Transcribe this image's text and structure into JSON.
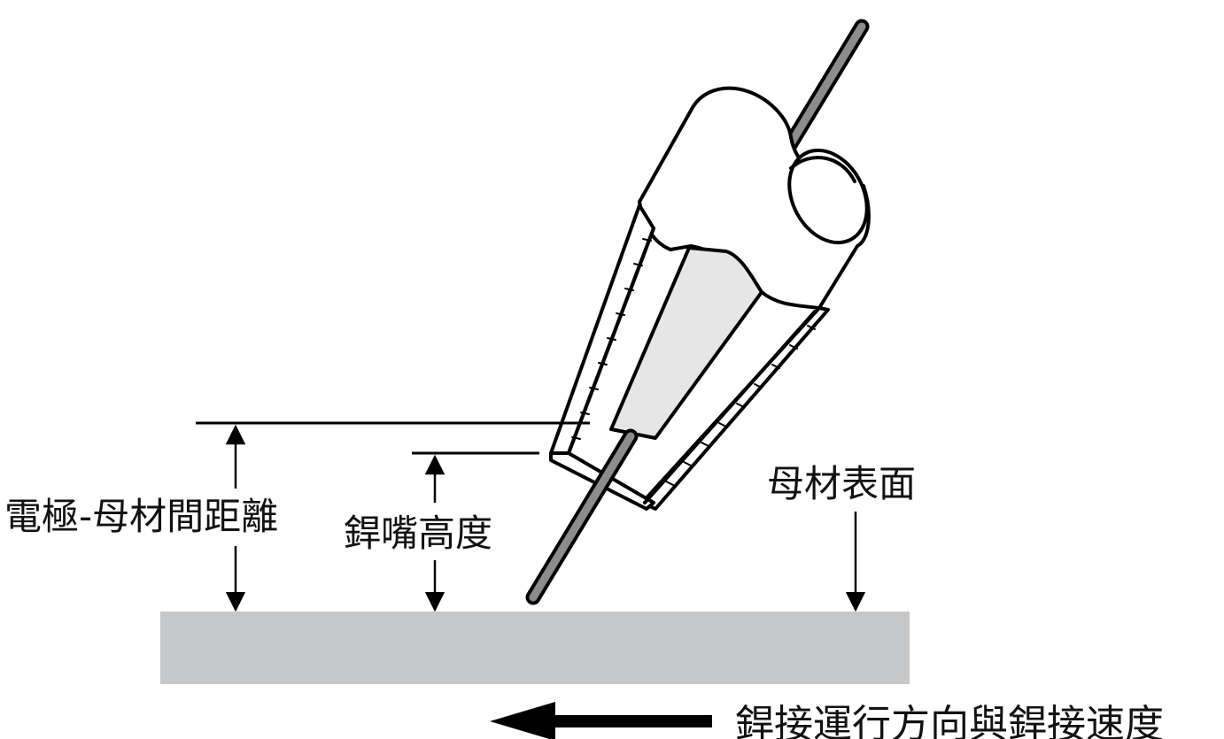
{
  "labels": {
    "electrode_distance": "電極-母材間距離",
    "nozzle_height": "銲嘴高度",
    "base_surface": "母材表面",
    "direction_speed": "銲接運行方向與銲接速度"
  },
  "colors": {
    "line": "#000000",
    "electrode": "#8c8c8c",
    "base_metal": "#c6c7c9",
    "contact_tip": "#e6e6e6",
    "background": "#ffffff"
  }
}
